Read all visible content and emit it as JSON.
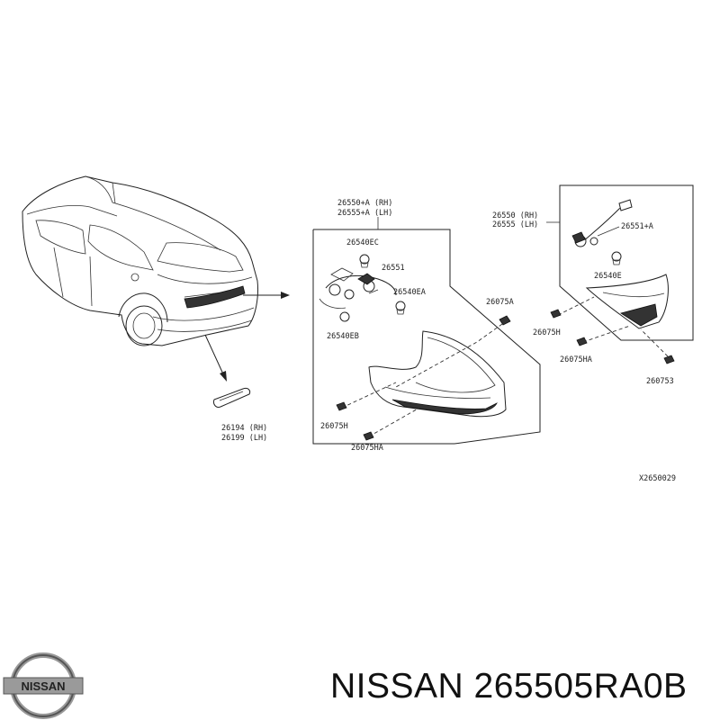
{
  "diagram": {
    "reference_code": "X2650029",
    "labels": {
      "housing_pair": [
        "26550+A (RH)",
        "26555+A (LH)"
      ],
      "inner_pair": [
        "26550 (RH)",
        "26555 (LH)"
      ],
      "marker_pair": [
        "26194 (RH)",
        "26199 (LH)"
      ],
      "p26540EC": "26540EC",
      "p26551": "26551",
      "p26540EA": "26540EA",
      "p26540EB": "26540EB",
      "p26075A": "26075A",
      "p26075H_left": "26075H",
      "p26075HA_left": "26075HA",
      "p26551A": "26551+A",
      "p26540E": "26540E",
      "p26075H_right": "26075H",
      "p26075HA_right": "26075HA",
      "p260753": "260753"
    }
  },
  "brand": {
    "logo_text": "NISSAN",
    "caption": "NISSAN 265505RA0B"
  }
}
